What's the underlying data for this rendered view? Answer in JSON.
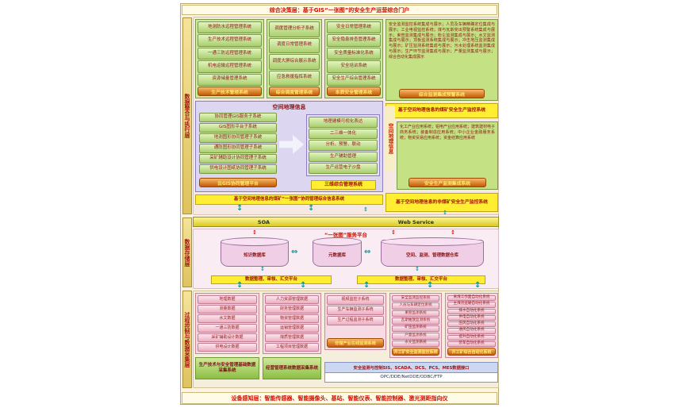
{
  "banners": {
    "top": "综合决策层：基于GIS“一张图”的安全生产运营综合门户",
    "bottom": "设备感知层：智能传感器、智能摄像头、基站、智能仪表、智能控制器、激光测距指向仪"
  },
  "layers": {
    "integration": "数据整合与执行层",
    "storage": "数据存储层",
    "process": "过程控制与数据采集层"
  },
  "panels": {
    "tech": {
      "items": [
        "地测防水远程管理系统",
        "生产技术远程管理系统",
        "一通三防远程管理系统",
        "机电运输远程管理系统",
        "资源储量管理系统"
      ],
      "label": "生产技术管理系统"
    },
    "dispatch": {
      "items": [
        "调度管理分析子系统",
        "调度日常管理系统",
        "调度大屏综合展示系统",
        "应急救援指挥系统"
      ],
      "label": "综合调度管理系统"
    },
    "safety": {
      "items": [
        "安全日常管理系统",
        "安全隐患排查管理系统",
        "安全质量标准化系统",
        "安全培训系统",
        "安全生产综合管理系统"
      ],
      "label": "本质安全管理系统"
    },
    "monitor": {
      "text": "安全监测监控系统集成与展示；人员及车辆精确定位集成与展示；工业电视监控系统；煤与瓦斯突出预警系统集成与展示；束管监测集成与展示；粉尘监测集成与展示；水文监测集成与展示；顶板监测系统集成与展示；冲击地压监测集成与展示；矿压监测系统集成与展示；污水处理系统监测集成与展示；生产环节监测集成与展示；产量监测集成与展示；综合自动化集成展示",
      "label": "综合监测集成预警系统",
      "banner": "基于空间地理信息的煤矿安全生产监控系统"
    },
    "gis": {
      "title": "空间地理信息",
      "left_items": [
        "协同管理GIS服务子系统",
        "GIS图形平台子系统",
        "地测图形协同管理子系统",
        "通防图形协同管理子系统",
        "采矿辅助设计协同管理子系统",
        "供电设计图纸协同管理子系统"
      ],
      "left_label": "云GIS协同管理平台",
      "right_items": [
        "地理建模可视化表达",
        "二三维一体化",
        "分析、预警、联动",
        "生产辅助管理",
        "生产运营电子沙盘"
      ],
      "right_label": "三维综合管理系统",
      "side_label": "空间地理信息",
      "banner": "基于空间地理信息的煤矿“一张图”协同管理综合信息系统"
    },
    "industry": {
      "text": "化工产业应用系统；铝电产业应用系统；建筑建材电子商务系统；装备制造应用系统；中小企业金融服务系统；物资贸易应用系统；资金结算应用系统",
      "label": "安全生产监测集成系统",
      "banner": "基于空间地理信息的非煤矿安全生产监控系统"
    }
  },
  "soa": {
    "left": "SOA",
    "center": "“一张图”服务平台",
    "right": "Web Service"
  },
  "storage": {
    "cylinders": [
      "知识数据库",
      "元数据库",
      "空间、监测、管理数据仓库"
    ],
    "platforms": [
      "数据整理、审核、汇交平台",
      "数据整理、审核、汇交平台"
    ]
  },
  "process": {
    "col1": {
      "items": [
        "地理数据",
        "测量数据",
        "水文数据",
        "一通三防数据",
        "采矿辅助设计数据",
        "供电设计数据"
      ],
      "label": "生产技术与安全管理基础数据采集系统"
    },
    "col2": {
      "items": [
        "人力资源管理数据",
        "财务管理数据",
        "物资管理数据",
        "运销管理数据",
        "煤质管理数据",
        "工程项目管理数据"
      ],
      "label": "经营管理系统数据采集系统"
    },
    "col3": {
      "items": [
        "视频监控子系统",
        "生产车辆监测子系统",
        "生产过程监测子系统"
      ],
      "label": "非煤产业在线监测系统"
    },
    "col4": {
      "items": [
        "安全监测监控系统",
        "人员与车辆定位系统",
        "束管监测系统",
        "瓦斯抽放监测系统",
        "矿压监测系统",
        "产量监测系统",
        "水文监测系统"
      ],
      "label": "井工矿安全监测监控系统"
    },
    "col5": {
      "items": [
        "采煤工作面自动化系统",
        "主煤流运输自动化系统",
        "排水自动化系统",
        "供电自动化系统",
        "压风自动化系统",
        "通风自动化系统",
        "提升自动化系统",
        "装车自动化系统"
      ],
      "label": "井工矿综合自动化系统"
    },
    "interface_line1": "安全监测与控制SIS、SCADA、DCS、PCS、MES数据接口",
    "interface_line2": "OPC/DDE/NetDDE/ODBC/FTP"
  },
  "colors": {
    "accent_orange": "#c35a06",
    "banner_yellow": "#ffee32",
    "panel_green": "#c4e284",
    "panel_pink": "#f6dbe4",
    "strip_gold": "#e8cf6e",
    "text_red": "#8b1515",
    "arrow_teal": "#0a9a9a"
  }
}
